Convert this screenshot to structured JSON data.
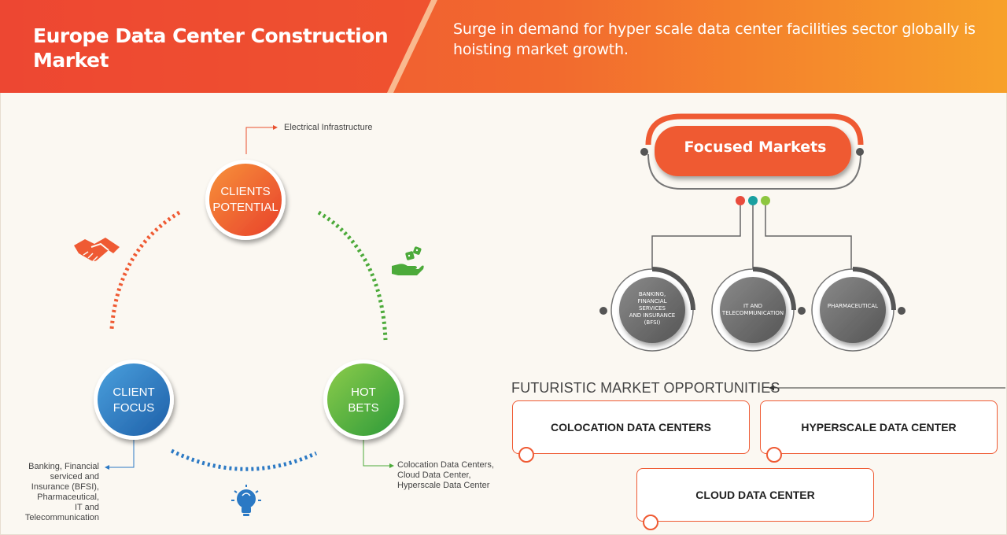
{
  "header": {
    "title": "Europe Data Center Construction Market",
    "subtitle": "Surge in demand for hyper scale data center facilities  sector globally is hoisting market growth."
  },
  "cycle": {
    "clients_potential": {
      "line1": "CLIENTS",
      "line2": "POTENTIAL",
      "note": "Electrical Infrastructure",
      "color": "#ef4c2e"
    },
    "client_focus": {
      "line1": "CLIENT",
      "line2": "FOCUS",
      "note_lines": [
        "Banking, Financial",
        "serviced and",
        "Insurance (BFSI),",
        "Pharmaceutical,",
        "IT and",
        "Telecommunication"
      ],
      "color": "#2b79c4"
    },
    "hot_bets": {
      "line1": "HOT",
      "line2": "BETS",
      "note_lines": [
        "Colocation Data Centers,",
        "Cloud Data Center,",
        "Hyperscale Data Center"
      ],
      "color": "#4caa3a"
    },
    "icons": [
      "handshake-icon",
      "hand-with-dice-icon",
      "lightbulb-icon"
    ]
  },
  "focused_markets": {
    "title": "Focused Markets",
    "items": [
      [
        "BANKING,",
        "FINANCIAL",
        "SERVICES",
        "AND INSURANCE",
        "(BFSI)"
      ],
      [
        "IT AND",
        "TELECOMMUNICATION"
      ],
      [
        "PHARMACEUTICAL"
      ]
    ],
    "dot_colors": [
      "#e94b3c",
      "#1aa0a0",
      "#8dc63f"
    ]
  },
  "opportunities": {
    "heading": "FUTURISTIC MARKET OPPORTUNITIES",
    "boxes": [
      "COLOCATION DATA CENTERS",
      "HYPERSCALE DATA CENTER",
      "CLOUD DATA CENTER"
    ]
  },
  "colors": {
    "accent": "#ef5a33",
    "background": "#fbf8f2",
    "gray": "#666666"
  }
}
